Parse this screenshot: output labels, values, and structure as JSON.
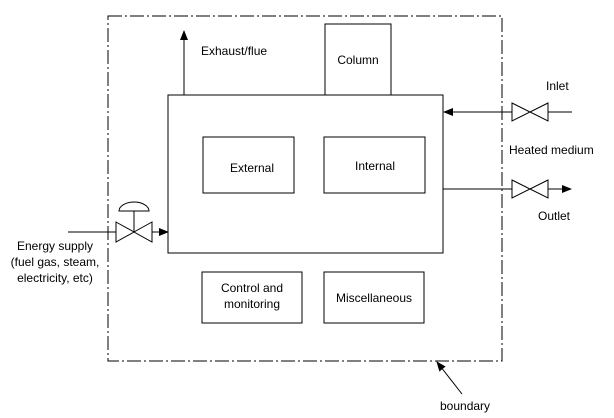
{
  "labels": {
    "exhaust": "Exhaust/flue",
    "column": "Column",
    "inlet": "Inlet",
    "heated_medium": "Heated medium",
    "outlet": "Outlet",
    "external": "External",
    "internal": "Internal",
    "energy_supply": [
      "Energy supply",
      "(fuel gas, steam,",
      "electricity, etc)"
    ],
    "control": [
      "Control and",
      "monitoring"
    ],
    "miscellaneous": "Miscellaneous",
    "boundary": "boundary"
  },
  "colors": {
    "line": "#000000",
    "background": "#ffffff"
  }
}
